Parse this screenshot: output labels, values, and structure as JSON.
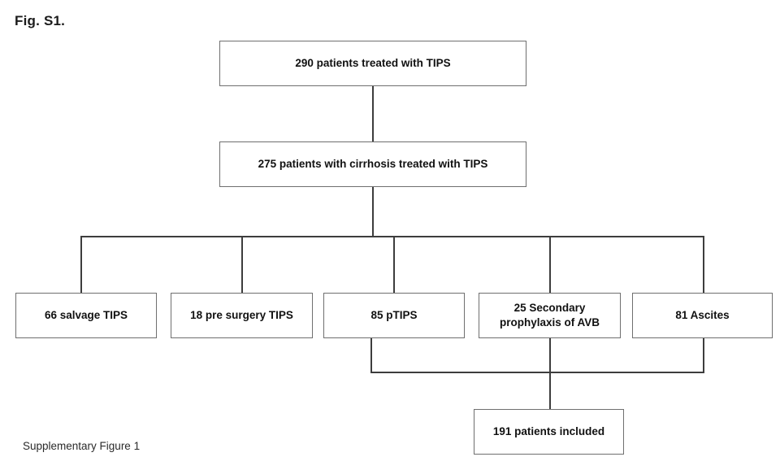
{
  "figure": {
    "title": "Fig. S1.",
    "caption": "Supplementary Figure 1"
  },
  "chart_data": {
    "type": "diagram",
    "title": "Fig. S1.",
    "subtitle": "Supplementary Figure 1",
    "diagram_kind": "patient-flow-chart",
    "nodes": [
      {
        "id": "total",
        "label": "290 patients treated with TIPS",
        "count": 290,
        "level": 0
      },
      {
        "id": "cirrhosis",
        "label": "275 patients with cirrhosis treated with TIPS",
        "count": 275,
        "level": 1
      },
      {
        "id": "salvage",
        "label": "66 salvage TIPS",
        "count": 66,
        "level": 2
      },
      {
        "id": "presurgery",
        "label": "18 pre surgery TIPS",
        "count": 18,
        "level": 2
      },
      {
        "id": "ptips",
        "label": "85 pTIPS",
        "count": 85,
        "level": 2
      },
      {
        "id": "secondary",
        "label_line1": "25 Secondary",
        "label_line2": "prophylaxis of AVB",
        "label": "25 Secondary prophylaxis of AVB",
        "count": 25,
        "level": 2
      },
      {
        "id": "ascites",
        "label": "81 Ascites",
        "count": 81,
        "level": 2
      },
      {
        "id": "included",
        "label": "191 patients included",
        "count": 191,
        "level": 3
      }
    ],
    "edges": [
      {
        "from": "total",
        "to": "cirrhosis"
      },
      {
        "from": "cirrhosis",
        "to": "salvage"
      },
      {
        "from": "cirrhosis",
        "to": "presurgery"
      },
      {
        "from": "cirrhosis",
        "to": "ptips"
      },
      {
        "from": "cirrhosis",
        "to": "secondary"
      },
      {
        "from": "cirrhosis",
        "to": "ascites"
      },
      {
        "from": "ptips",
        "to": "included"
      },
      {
        "from": "secondary",
        "to": "included"
      },
      {
        "from": "ascites",
        "to": "included"
      }
    ],
    "colors": {
      "box_border": "#6f6f6f",
      "connector": "#3d3d3d",
      "text": "#111111",
      "background": "#ffffff"
    }
  }
}
